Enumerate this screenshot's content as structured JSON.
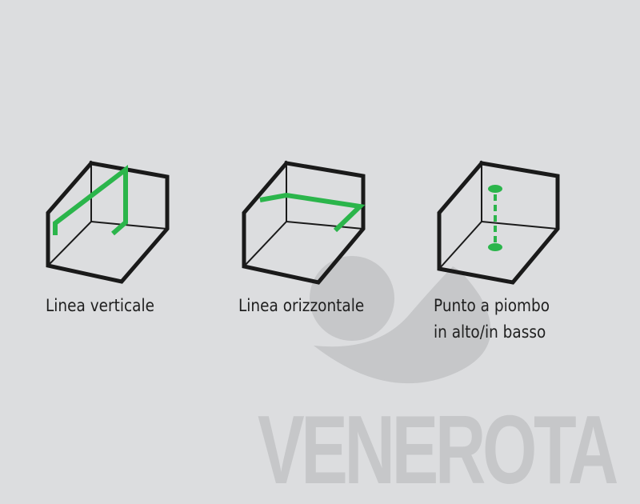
{
  "brand": {
    "wordmark": "VENEROTA",
    "logo_color": "#c6c7c9"
  },
  "colors": {
    "background": "#dcdddf",
    "laser_green": "#2bb54b",
    "outline": "#1a1a1a"
  },
  "diagrams": [
    {
      "id": "vertical",
      "label": "Linea verticale",
      "icon": "cube-vertical-line-icon"
    },
    {
      "id": "horizontal",
      "label": "Linea orizzontale",
      "icon": "cube-horizontal-line-icon"
    },
    {
      "id": "plumb",
      "label_line1": "Punto a piombo",
      "label_line2": "in alto/in basso",
      "icon": "cube-plumb-dot-icon"
    }
  ]
}
